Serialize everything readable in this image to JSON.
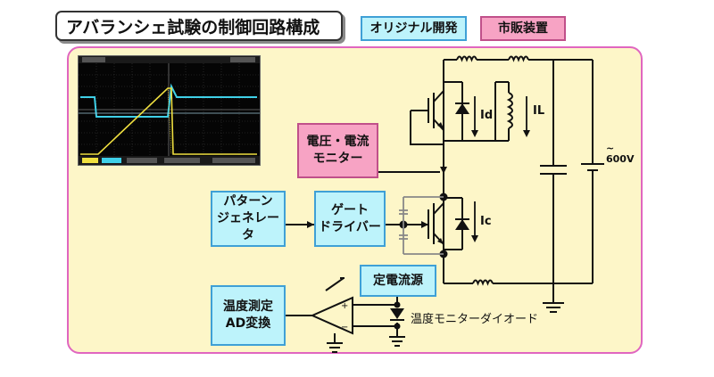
{
  "title": "アバランシェ試験の制御回路構成",
  "legend": {
    "original": "オリジナル開発",
    "commercial": "市販装置"
  },
  "blocks": {
    "monitor": "電圧・電流\nモニター",
    "pattern": "パターン\nジェネレータ",
    "gate": "ゲート\nドライバー",
    "current_source": "定電流源",
    "temp_ad": "温度測定\nAD変換"
  },
  "labels": {
    "id": "Id",
    "il": "IL",
    "ic": "Ic",
    "voltage": "~\n600V",
    "temp_diode": "温度モニターダイオード"
  },
  "colors": {
    "original_fill": "#bdf3fb",
    "commercial_fill": "#f7a3c4",
    "panel_fill": "#fdf6c8",
    "panel_border": "#e066c0",
    "trace_yellow": "#f0e040",
    "trace_cyan": "#3fd0e8"
  }
}
